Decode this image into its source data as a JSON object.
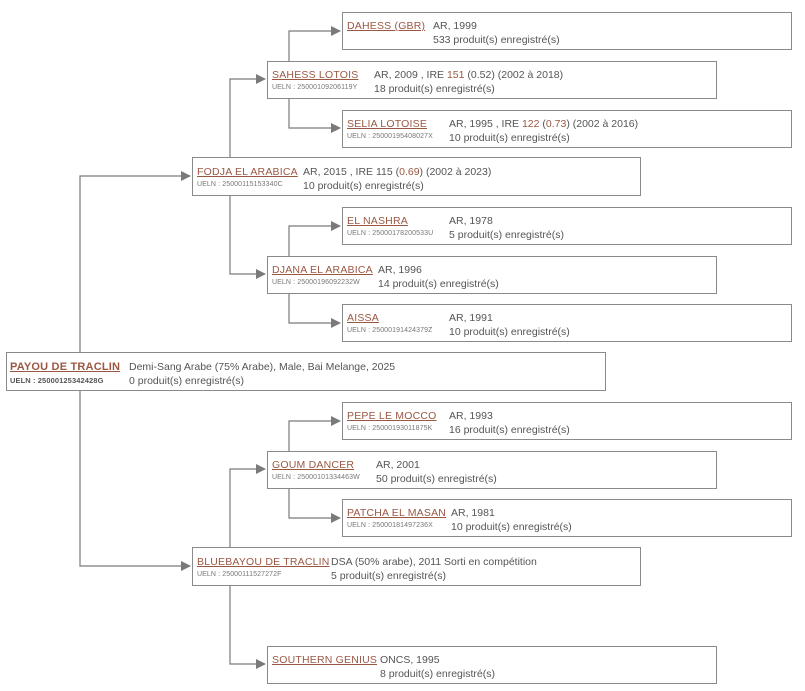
{
  "pedigree": {
    "subject": {
      "name": "PAYOU DE TRACLIN",
      "ueln": "UELN : 25000125342428G",
      "info": "Demi-Sang Arabe (75% Arabe), Male, Bai Melange, 2025",
      "produits": "0 produit(s) enregistré(s)"
    },
    "sire": {
      "name": "FODJA EL ARABICA",
      "ueln": "UELN : 25000115153340C",
      "info_before": "AR, 2015 , IRE 115 (",
      "info_highlight": "0.69",
      "info_after": ") (2002 à 2023)",
      "produits": "10 produit(s) enregistré(s)"
    },
    "dam": {
      "name": "BLUEBAYOU DE TRACLIN",
      "ueln": "UELN : 25000111527272F",
      "info": "DSA (50% arabe), 2011 Sorti en compétition",
      "produits": "5 produit(s) enregistré(s)"
    },
    "sire_sire": {
      "name": "SAHESS LOTOIS",
      "ueln": "UELN : 25000109206119Y",
      "info_before": "AR, 2009 , IRE ",
      "info_highlight": "151",
      "info_after": " (0.52) (2002 à 2018)",
      "produits": "18 produit(s) enregistré(s)"
    },
    "sire_dam": {
      "name": "DJANA EL ARABICA",
      "ueln": "UELN : 25000196092232W",
      "info": "AR, 1996",
      "produits": "14 produit(s) enregistré(s)"
    },
    "dam_sire": {
      "name": "GOUM DANCER",
      "ueln": "UELN : 25000101334463W",
      "info": "AR, 2001",
      "produits": "50 produit(s) enregistré(s)"
    },
    "dam_dam": {
      "name": "SOUTHERN GENIUS",
      "info": "ONCS, 1995",
      "produits": "8 produit(s) enregistré(s)"
    },
    "sss": {
      "name": "DAHESS (GBR)",
      "info": "AR, 1999",
      "produits": "533 produit(s) enregistré(s)"
    },
    "ssd": {
      "name": "SELIA LOTOISE",
      "ueln": "UELN : 25000195408027X",
      "info_before": "AR, 1995 , IRE ",
      "info_highlight": "122",
      "info_mid": " (",
      "info_highlight2": "0.73",
      "info_after": ") (2002 à 2016)",
      "produits": "10 produit(s) enregistré(s)"
    },
    "sds": {
      "name": "EL NASHRA",
      "ueln": "UELN : 25000178200533U",
      "info": "AR, 1978",
      "produits": "5 produit(s) enregistré(s)"
    },
    "sdd": {
      "name": "AISSA",
      "ueln": "UELN : 25000191424379Z",
      "info": "AR, 1991",
      "produits": "10 produit(s) enregistré(s)"
    },
    "dss": {
      "name": "PEPE LE MOCCO",
      "ueln": "UELN : 25000193011875K",
      "info": "AR, 1993",
      "produits": "16 produit(s) enregistré(s)"
    },
    "dsd": {
      "name": "PATCHA EL MASAN",
      "ueln": "UELN : 25000181497236X",
      "info": "AR, 1981",
      "produits": "10 produit(s) enregistré(s)"
    }
  }
}
